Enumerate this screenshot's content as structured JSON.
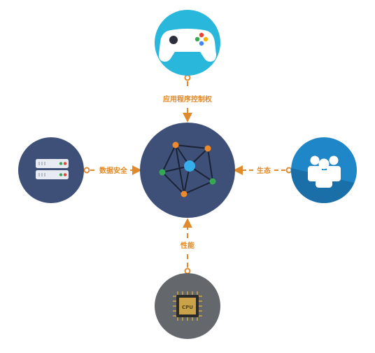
{
  "diagram": {
    "title": "",
    "connectors": {
      "top": {
        "label": "应用程序控制权"
      },
      "left": {
        "label": "数据安全"
      },
      "right": {
        "label": "生态"
      },
      "bottom": {
        "label": "性能"
      }
    },
    "nodes": {
      "center": {
        "icon": "network-graph-icon"
      },
      "top": {
        "icon": "gamepad-icon"
      },
      "left": {
        "icon": "server-icon"
      },
      "right": {
        "icon": "users-group-icon"
      },
      "bottom": {
        "icon": "cpu-chip-icon",
        "chip_text": "CPU"
      }
    },
    "colors": {
      "accent": "#e08a2b",
      "center_fill": "#3f5078",
      "top_fill": "#29b8dc",
      "left_fill": "#3f5078",
      "right_fill": "#1f86c8",
      "bottom_fill": "#64676c",
      "network_hub": "#35aeea",
      "network_orange": "#ee8a2c",
      "network_green": "#34a853"
    }
  }
}
